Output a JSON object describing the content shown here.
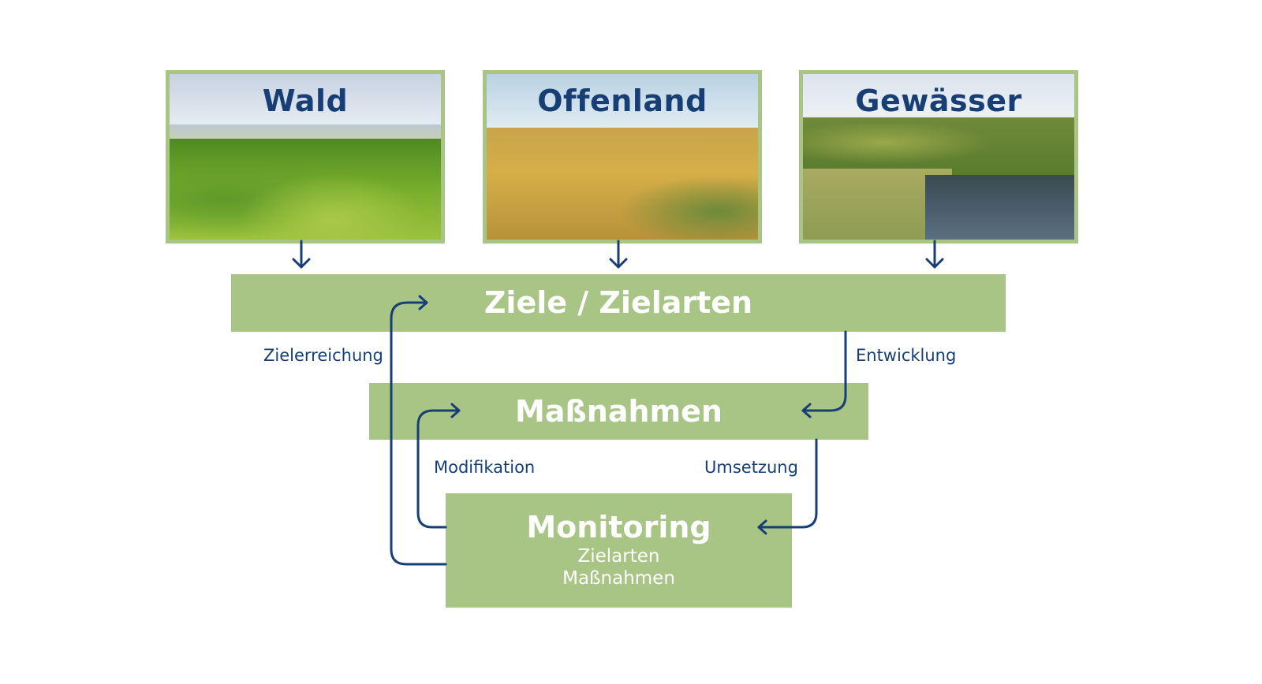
{
  "habitats": [
    {
      "title": "Wald",
      "image": "forest-landscape-photo"
    },
    {
      "title": "Offenland",
      "image": "grain-field-photo"
    },
    {
      "title": "Gewässer",
      "image": "pond-wetland-photo"
    }
  ],
  "boxes": {
    "ziele": "Ziele / Zielarten",
    "massnahmen": "Maßnahmen",
    "monitoring": {
      "title": "Monitoring",
      "items": [
        "Zielarten",
        "Maßnahmen"
      ]
    }
  },
  "labels": {
    "zielerreichung": "Zielerreichung",
    "entwicklung": "Entwicklung",
    "modifikation": "Modifikation",
    "umsetzung": "Umsetzung"
  },
  "colors": {
    "box_green": "#a8c585",
    "arrow_blue": "#173f75",
    "text_white": "#ffffff"
  }
}
